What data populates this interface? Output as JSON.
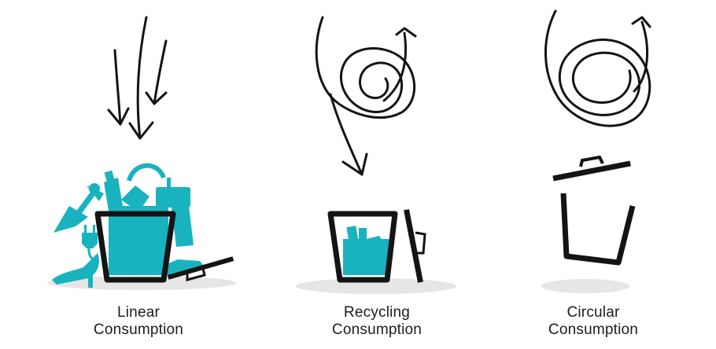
{
  "colors": {
    "ink": "#141414",
    "accent": "#19b3bf",
    "shadow": "#e6e6e6",
    "background": "#ffffff"
  },
  "panels": [
    {
      "id": "linear",
      "line1": "Linear",
      "line2": "Consumption",
      "icon": "downward-arrows-into-overflowing-bin"
    },
    {
      "id": "recycling",
      "line1": "Recycling",
      "line2": "Consumption",
      "icon": "looping-arrow-into-bin-with-open-lid"
    },
    {
      "id": "circular",
      "line1": "Circular",
      "line2": "Consumption",
      "icon": "closed-loop-arrow-above-empty-bin"
    }
  ]
}
